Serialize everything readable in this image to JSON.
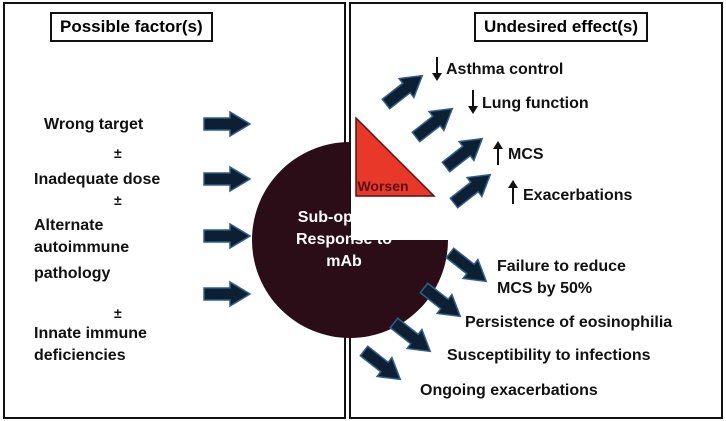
{
  "left": {
    "header": "Possible factor(s)",
    "factors": [
      "Wrong target",
      "Inadequate dose",
      "Alternate",
      "autoimmune",
      "pathology",
      "Innate immune",
      "deficiencies"
    ],
    "plusminus": [
      "±",
      "±",
      "±"
    ]
  },
  "right": {
    "header": "Undesired effect(s)",
    "worsen_effects": [
      {
        "dir": "down",
        "label": "Asthma control"
      },
      {
        "dir": "down",
        "label": "Lung function"
      },
      {
        "dir": "up",
        "label": "MCS"
      },
      {
        "dir": "up",
        "label": "Exacerbations"
      }
    ],
    "other_effects": [
      "Failure to reduce",
      "MCS by 50%",
      "Persistence of eosinophilia",
      "Susceptibility to infections",
      "Ongoing exacerbations"
    ]
  },
  "center": {
    "lines": [
      "Sub-optimal",
      "Response to",
      "mAb"
    ],
    "worsen_label": "Worsen",
    "colors": {
      "circle": "#2b0d18",
      "wedge": "#e8382a",
      "arrow": "#0d1f33",
      "arrow_edge": "#2f5f8a"
    }
  }
}
